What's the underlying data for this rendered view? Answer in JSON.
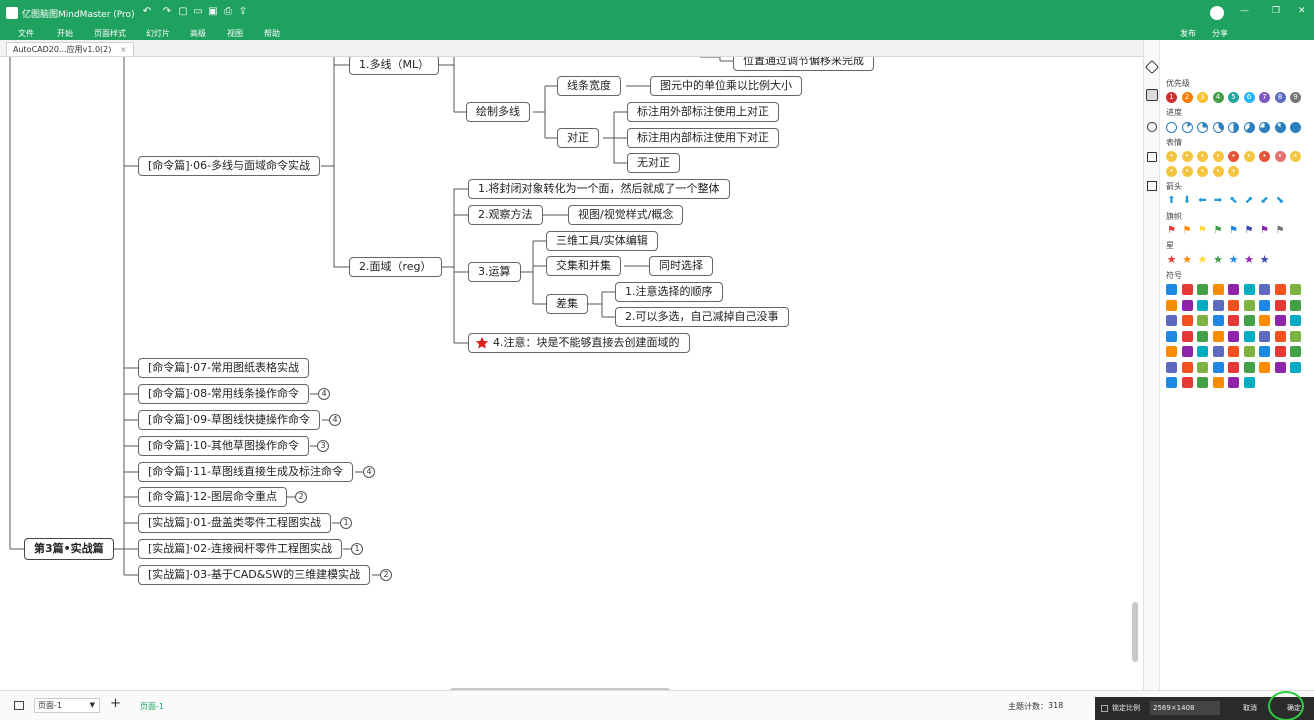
{
  "window": {
    "app_title": "亿图脑图MindMaster (Pro)",
    "win_min": "—",
    "win_max": "❐",
    "win_close": "✕",
    "publish": "发布",
    "share": "分享"
  },
  "menu": [
    "文件",
    "开始",
    "页面样式",
    "幻灯片",
    "高级",
    "视图",
    "帮助"
  ],
  "doc_tab": {
    "label": "AutoCAD20...应用v1.0(2)",
    "close": "×"
  },
  "mindmap": {
    "root": "第3篇•实战篇",
    "ml_node": "1.多线（ML）",
    "ml_top_cut": "位置通过调节偏移来完成",
    "draw_ml": "绘制多线",
    "line_width": "线条宽度",
    "line_width_note": "图元中的单位乘以比例大小",
    "justify": "对正",
    "just_top": "标注用外部标注使用上对正",
    "just_bottom": "标注用内部标注使用下对正",
    "just_none": "无对正",
    "cmd06": "[命令篇]·06-多线与面域命令实战",
    "region": "2.面域（reg）",
    "reg1": "1.将封闭对象转化为一个面，然后就成了一个整体",
    "reg2": "2.观察方法",
    "reg2_sub": "视图/视觉样式/概念",
    "reg3": "3.运算",
    "op1": "三维工具/实体编辑",
    "op2": "交集和并集",
    "op2_sub": "同时选择",
    "op3": "差集",
    "op3_a": "1.注意选择的顺序",
    "op3_b": "2.可以多选，自己减掉自己没事",
    "reg4": "4.注意：块是不能够直接去创建面域的",
    "cmd07": "[命令篇]·07-常用图纸表格实战",
    "cmd08": "[命令篇]·08-常用线条操作命令",
    "cmd09": "[命令篇]·09-草图线快捷操作命令",
    "cmd10": "[命令篇]·10-其他草图操作命令",
    "cmd11": "[命令篇]·11-草图线直接生成及标注命令",
    "cmd12": "[命令篇]·12-图层命令重点",
    "sz01": "[实战篇]·01-盘盖类零件工程图实战",
    "sz02": "[实战篇]·02-连接阀杆零件工程图实战",
    "sz03": "[实战篇]·03-基于CAD&SW的三维建模实战",
    "badges": {
      "cmd08": "4",
      "cmd09": "4",
      "cmd10": "3",
      "cmd11": "4",
      "cmd12": "2",
      "sz01": "1",
      "sz02": "1",
      "sz03": "2"
    }
  },
  "panel": {
    "priority": "优先级",
    "priority_nums": [
      "1",
      "2",
      "3",
      "4",
      "5",
      "6",
      "7",
      "8",
      "9"
    ],
    "progress": "进度",
    "emotion": "表情",
    "arrow": "箭头",
    "flag": "旗帜",
    "star": "星",
    "symbol": "符号",
    "arrow_glyphs": [
      "⬆",
      "⬇",
      "⬅",
      "➡",
      "⬉",
      "⬈",
      "⬋",
      "⬊"
    ]
  },
  "status": {
    "page_select": "页面-1",
    "page_tab": "页面-1",
    "add_page": "+",
    "topic_count_label": "主题计数：",
    "topic_count": "318",
    "lock_ratio": "锁定比例",
    "resolution": "2569×1408",
    "cancel": "取消",
    "ok": "确定"
  },
  "colors": {
    "titlebar": "#1fa15f",
    "priority": [
      "#d32f2f",
      "#f57c00",
      "#fbc02d",
      "#43a047",
      "#26a69a",
      "#29b6f6",
      "#7e57c2",
      "#5c6bc0",
      "#757575"
    ],
    "flags": [
      "#e53935",
      "#fb8c00",
      "#fdd835",
      "#43a047",
      "#1e88e5",
      "#3949ab",
      "#8e24aa",
      "#757575"
    ],
    "stars": [
      "#e53935",
      "#fb8c00",
      "#fdd835",
      "#43a047",
      "#1e88e5",
      "#8e24aa",
      "#3949ab"
    ]
  }
}
